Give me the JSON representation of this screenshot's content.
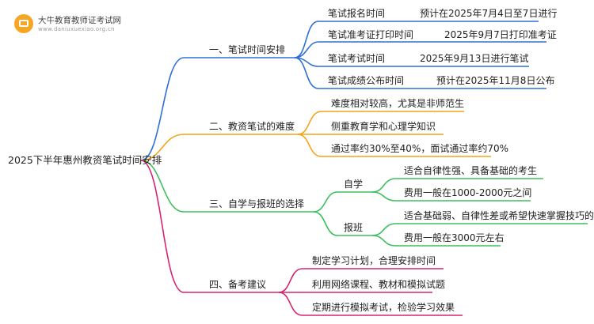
{
  "logo": {
    "title": "大牛教育教师证考试网",
    "url": "www.daniuxuexiao.org.cn",
    "icon": "book-icon"
  },
  "colors": {
    "blue": "#2f6fd6",
    "orange": "#f4a31a",
    "green": "#3bbf5c",
    "pink": "#d8236f"
  },
  "root": "2025下半年惠州教资笔试时间安排",
  "branches": [
    {
      "label": "一、笔试时间安排",
      "items": [
        {
          "label": "笔试报名时间",
          "value": "预计在2025年7月4日至7日进行"
        },
        {
          "label": "笔试准考证打印时间",
          "value": "2025年9月7日打印准考证"
        },
        {
          "label": "笔试考试时间",
          "value": "2025年9月13日进行笔试"
        },
        {
          "label": "笔试成绩公布时间",
          "value": "预计在2025年11月8日公布"
        }
      ]
    },
    {
      "label": "二、教资笔试的难度",
      "items": [
        "难度相对较高，尤其是非师范生",
        "侧重教育学和心理学知识",
        "通过率约30%至40%，面试通过率约70%"
      ]
    },
    {
      "label": "三、自学与报班的选择",
      "subs": [
        {
          "label": "自学",
          "items": [
            "适合自律性强、具备基础的考生",
            "费用一般在1000-2000元之间"
          ]
        },
        {
          "label": "报班",
          "items": [
            "适合基础弱、自律性差或希望快速掌握技巧的考生",
            "费用一般在3000元左右"
          ]
        }
      ]
    },
    {
      "label": "四、备考建议",
      "items": [
        "制定学习计划，合理安排时间",
        "利用网络课程、教材和模拟试题",
        "定期进行模拟考试，检验学习效果"
      ]
    }
  ]
}
